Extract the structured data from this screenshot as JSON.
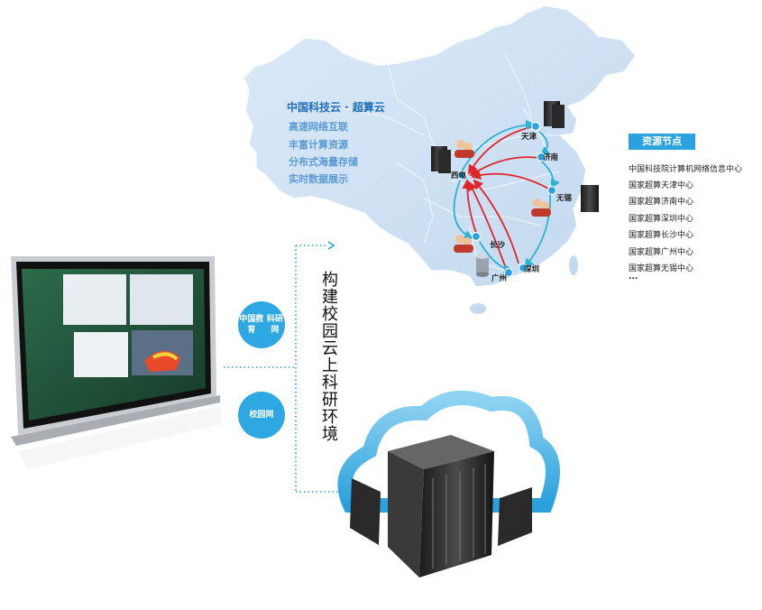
{
  "map": {
    "title": "中国科技云 · 超算云",
    "features": [
      "高速网络互联",
      "丰富计算资源",
      "分布式海量存储",
      "实时数据展示"
    ],
    "cities": {
      "tianjin": "天津",
      "jinan": "济南",
      "xidian": "西电",
      "wuxi": "无锡",
      "changsha": "长沙",
      "shenzhen": "深圳",
      "guangzhou": "广州"
    }
  },
  "resources": {
    "title": "资源节点",
    "items": [
      "中国科技院计算机网络信息中心",
      "国家超算天津中心",
      "国家超算济南中心",
      "国家超算深圳中心",
      "国家超算长沙中心",
      "国家超算广州中心",
      "国家超算无锡中心",
      "..."
    ]
  },
  "networks": {
    "edu": "中国教育科研网",
    "campus": "校园网"
  },
  "vertical_title": "构建校园云上科研环境",
  "colors": {
    "accent": "#2da8e3",
    "map_fill": "#cfe1f4",
    "arrow_red": "#e0252b",
    "arrow_cyan": "#2bb3d6"
  }
}
